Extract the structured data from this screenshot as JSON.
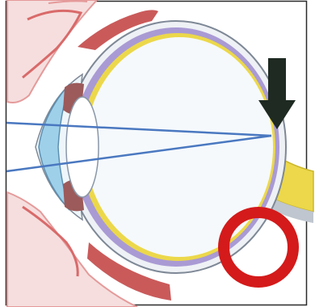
{
  "diagram": {
    "subject": "eye-cross-section",
    "colors": {
      "background": "#ffffff",
      "frame": "#2a2a2a",
      "eyelid_fill": "#f6dede",
      "eyelid_outline": "#e59a9a",
      "eyelid_line": "#d96a6a",
      "muscle": "#c44848",
      "sclera_edge": "#7e8896",
      "choroid": "#a99ad4",
      "retina": "#ecd84a",
      "vitreous": "#f5f9fc",
      "cornea": "#9fd0ea",
      "iris": "#9c5a5a",
      "lens": "#ffffff",
      "ray": "#4a78c0",
      "arrow": "#1e2a22",
      "optic_nerve": "#ecd84a",
      "circle_marker": "#d41a1a"
    },
    "light_rays": 2,
    "markers": [
      {
        "kind": "arrow",
        "direction": "down",
        "meaning": "focal-point-on-retina"
      },
      {
        "kind": "circle",
        "meaning": "highlighted-region"
      }
    ]
  }
}
